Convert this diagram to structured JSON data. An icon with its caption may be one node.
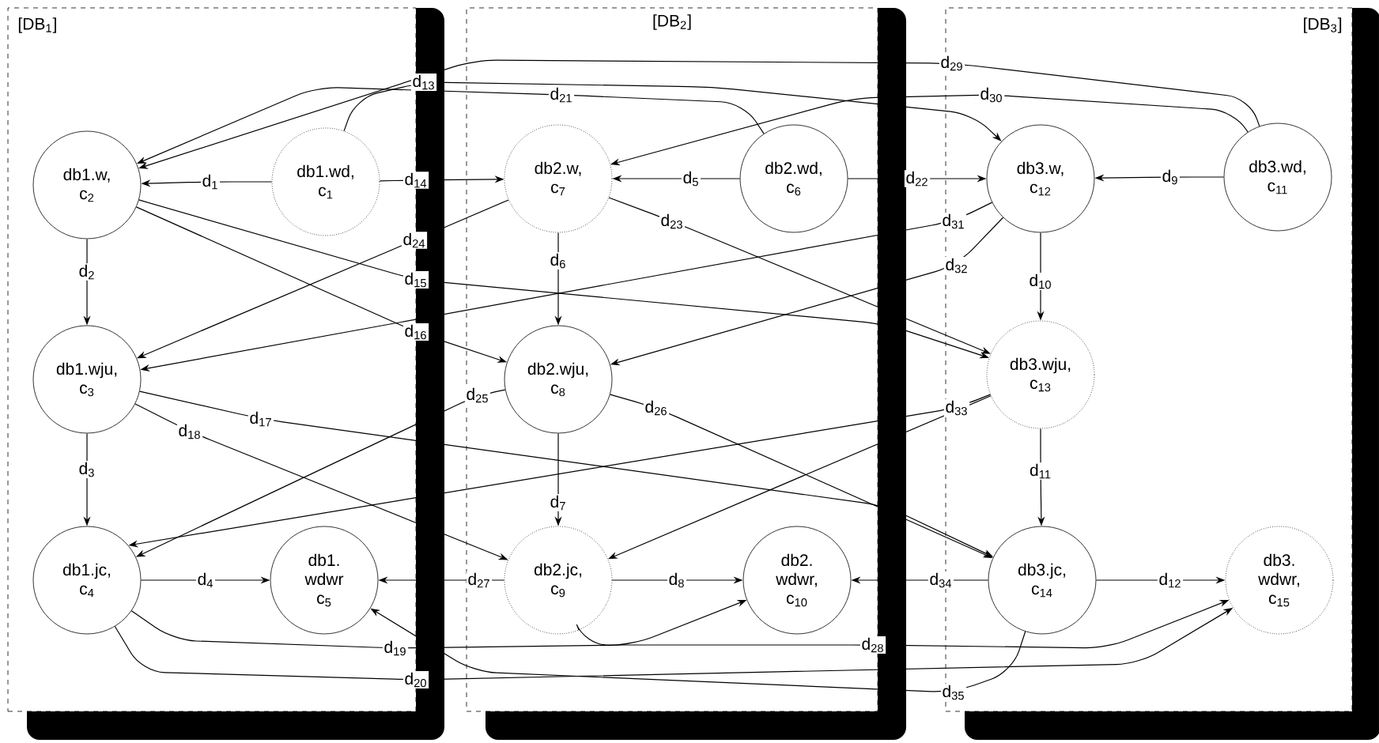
{
  "diagram": {
    "nodes": [
      {
        "text": [
          "[DB$_{1}$]"
        ]
      },
      {
        "text": [
          "[DB$_{2}$]"
        ]
      },
      {
        "text": [
          "[DB$_{3}$]"
        ]
      },
      {
        "text": [
          "db1.w, c$_{2}$"
        ],
        "in": 0
      },
      {
        "text": [
          "db1.wd, c$_{1}$"
        ],
        "in": 0
      },
      {
        "text": [
          "db1.wju, c$_{3}$"
        ],
        "in": 0
      },
      {
        "text": [
          "db1.jc, c$_{4}$"
        ],
        "in": 0
      },
      {
        "text": [
          "db1. wdwr c$_{5}$"
        ],
        "in": 0
      },
      {
        "text": [
          "db2.w, c$_{7}$"
        ],
        "in": 1
      },
      {
        "text": [
          "db2.wd, c$_{6}$"
        ],
        "in": 1
      },
      {
        "text": [
          "db2.wju, c$_{8}$"
        ],
        "in": 1
      },
      {
        "text": [
          "db2.jc, c$_{9}$"
        ],
        "in": 1
      },
      {
        "text": [
          "db2. wdwr, c$_{10}$"
        ],
        "in": 1
      },
      {
        "text": [
          "db3.w, c$_{12}$"
        ],
        "in": 2
      },
      {
        "text": [
          "db3.wd, c$_{11}$"
        ],
        "in": 2
      },
      {
        "text": [
          "db3.wju, c$_{13}$"
        ],
        "in": 2
      },
      {
        "text": [
          "db3.jc, c$_{14}$"
        ],
        "in": 2
      },
      {
        "text": [
          "db3. wdwr, c$_{15}$"
        ],
        "in": 2
      }
    ],
    "edges": [
      {
        "from": 4,
        "to": 3,
        "arrow": "to",
        "label": "d$_{1}$"
      },
      {
        "from": 3,
        "to": 5,
        "arrow": "to",
        "label": "d$_{2}$"
      },
      {
        "from": 5,
        "to": 6,
        "arrow": "to",
        "label": "d$_{3}$"
      },
      {
        "from": 6,
        "to": 7,
        "arrow": "to",
        "label": "d$_{4}$"
      },
      {
        "from": 9,
        "to": 8,
        "arrow": "to",
        "label": "d$_{5}$"
      },
      {
        "from": 8,
        "to": 10,
        "arrow": "to",
        "label": "d$_{6}$"
      },
      {
        "from": 10,
        "to": 11,
        "arrow": "to",
        "label": "d$_{7}$"
      },
      {
        "from": 11,
        "to": 12,
        "arrow": "to",
        "label": "d$_{8}$"
      },
      {
        "from": 14,
        "to": 13,
        "arrow": "to",
        "label": "d$_{9}$"
      },
      {
        "from": 13,
        "to": 15,
        "arrow": "to",
        "label": "d$_{10}$"
      },
      {
        "from": 15,
        "to": 16,
        "arrow": "to",
        "label": "d$_{11}$"
      },
      {
        "from": 16,
        "to": 17,
        "arrow": "to",
        "label": "d$_{12}$"
      },
      {
        "from": 4,
        "to": 13,
        "arrow": "to",
        "label": "d$_{13}$"
      },
      {
        "from": 4,
        "to": 8,
        "arrow": "to",
        "label": "d$_{14}$"
      },
      {
        "from": 3,
        "to": 15,
        "arrow": "to",
        "label": "d$_{15}$"
      },
      {
        "from": 3,
        "to": 10,
        "arrow": "to",
        "label": "d$_{16}$"
      },
      {
        "from": 5,
        "to": 16,
        "arrow": "to",
        "label": "d$_{17}$"
      },
      {
        "from": 5,
        "to": 11,
        "arrow": "to",
        "label": "d$_{18}$"
      },
      {
        "from": 6,
        "to": 12,
        "arrow": "to",
        "label": "d$_{19}$"
      },
      {
        "from": 6,
        "to": 17,
        "arrow": "to",
        "label": "d$_{20}$"
      },
      {
        "from": 9,
        "to": 3,
        "arrow": "to",
        "label": "d$_{21}$"
      },
      {
        "from": 9,
        "to": 13,
        "arrow": "to",
        "label": "d$_{22}$"
      },
      {
        "from": 8,
        "to": 15,
        "arrow": "to",
        "label": "d$_{23}$"
      },
      {
        "from": 8,
        "to": 5,
        "arrow": "to",
        "label": "d$_{24}$"
      },
      {
        "from": 10,
        "to": 6,
        "arrow": "to",
        "label": "d$_{25}$"
      },
      {
        "from": 10,
        "to": 16,
        "arrow": "to",
        "label": "d$_{26}$"
      },
      {
        "from": 11,
        "to": 7,
        "arrow": "to",
        "label": "d$_{27}$"
      },
      {
        "from": 11,
        "to": 17,
        "arrow": "to",
        "label": "d$_{28}$"
      },
      {
        "from": 14,
        "to": 3,
        "arrow": "to",
        "label": "d$_{29}$"
      },
      {
        "from": 14,
        "to": 8,
        "arrow": "to",
        "label": "d$_{30}$"
      },
      {
        "from": 13,
        "to": 5,
        "arrow": "to",
        "label": "d$_{31}$"
      },
      {
        "from": 13,
        "to": 10,
        "arrow": "to",
        "label": "d$_{32}$"
      },
      {
        "from": 15,
        "to": 6,
        "arrow": "to",
        "label": "d$_{33}$"
      },
      {
        "from": 15,
        "to": 11,
        "arrow": "to"
      },
      {
        "from": 16,
        "to": 12,
        "arrow": "to",
        "label": "d$_{34}$"
      },
      {
        "from": 16,
        "to": 7,
        "arrow": "to",
        "label": "d$_{35}$"
      }
    ]
  }
}
